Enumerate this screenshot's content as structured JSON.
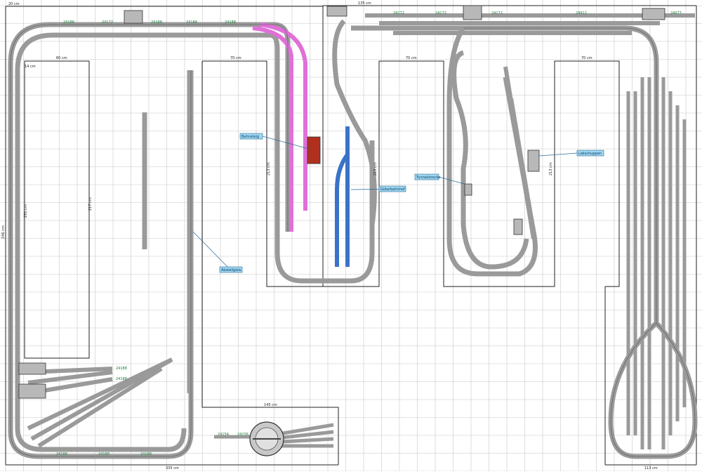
{
  "colors": {
    "grid": "#c8c8c8",
    "track": "#9a9a9a",
    "track_edge": "#444444",
    "tie_label": "#1a7a3a",
    "highlight_pink": "#e070d8",
    "highlight_blue": "#3a72c8",
    "building_red": "#b03020",
    "label_fill": "#9fd8f0",
    "label_stroke": "#2a6a9a"
  },
  "dimensions": {
    "top_left": "20 cm",
    "left_inner_width": "60 cm",
    "mid_inner_width": "70 cm",
    "right_inner_width": "70 cm",
    "top_right": "135 cm",
    "bottom_inner": "145 cm",
    "bottom_total": "335 cm",
    "bottom_right": "113 cm",
    "left_height": "246 cm",
    "left_inner_height": "231 cm",
    "left_inner_height2": "217 cm",
    "mid_height": "213 cm",
    "corner": "14 cm"
  },
  "callouts": {
    "c1": "Bahnsteig",
    "c2": "Güterbahnhof",
    "c3": "Tunnelstrecke",
    "c4": "Lokschuppen",
    "c5": "Abstellgleis"
  },
  "track_labels": {
    "a": "24188",
    "b": "24172",
    "c": "24077",
    "d": "24912",
    "e": "24236",
    "f": "24154"
  }
}
